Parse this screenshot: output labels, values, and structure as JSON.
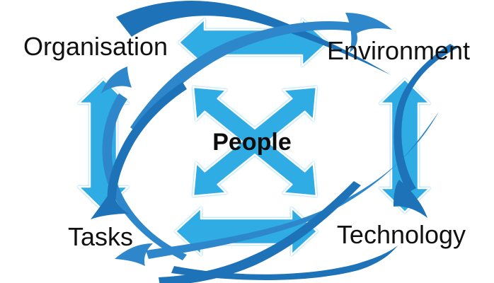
{
  "diagram": {
    "center_label": "People",
    "corner_labels": {
      "top_left": "Organisation",
      "top_right": "Environment",
      "bottom_left": "Tasks",
      "bottom_right": "Technology"
    },
    "colors": {
      "arrow_fill": "#2FACE4",
      "arrow_outline": "#FFFFFF",
      "swoosh_dark": "#1D72B8",
      "swoosh_medium": "#2E87CA",
      "text": "#111111",
      "background": "#FFFFFF"
    },
    "icons": [
      "center-x-four-way-arrow-icon",
      "top-double-headed-arrow-icon",
      "bottom-double-headed-arrow-icon",
      "left-double-headed-arrow-icon",
      "right-double-headed-arrow-icon",
      "curved-swoosh-top-left-icon",
      "curved-swoosh-top-right-icon",
      "curved-swoosh-right-icon",
      "curved-swoosh-bottom-right-icon",
      "curved-swoosh-bottom-icon",
      "curved-swoosh-bottom-cross-icon",
      "curved-swoosh-left-up-icon",
      "curved-swoosh-left-down-icon"
    ]
  }
}
